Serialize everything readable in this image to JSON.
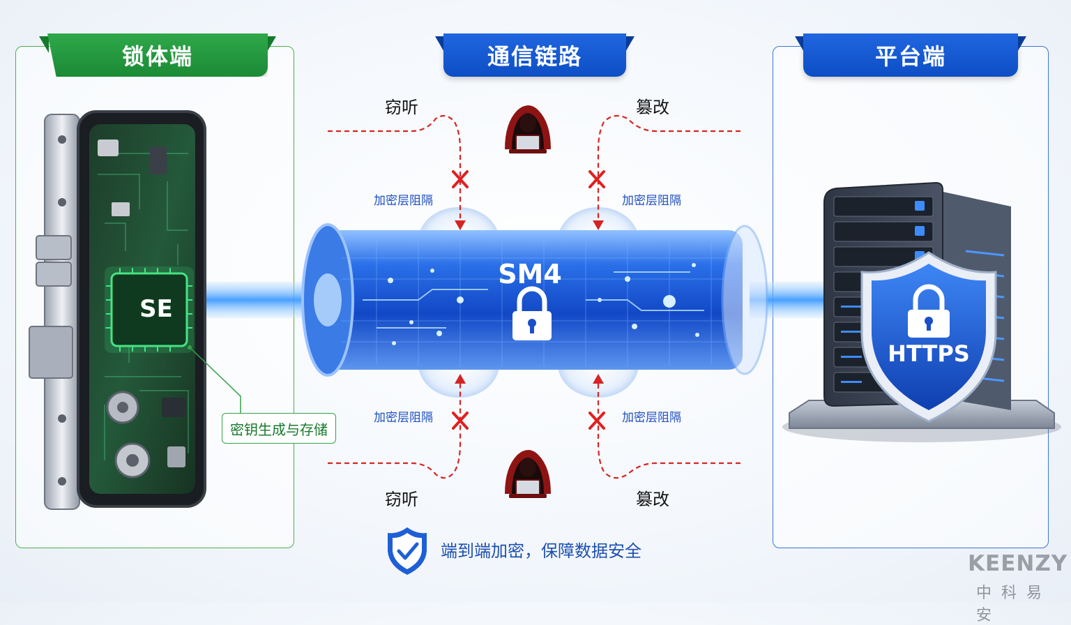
{
  "sections": {
    "lock": "锁体端",
    "channel": "通信链路",
    "platform": "平台端"
  },
  "threats": {
    "eavesdrop_top": "窃听",
    "tamper_top": "篡改",
    "eavesdrop_bottom": "窃听",
    "tamper_bottom": "篡改"
  },
  "barriers": {
    "top_left": "加密层阻隔",
    "top_right": "加密层阻隔",
    "bottom_left": "加密层阻隔",
    "bottom_right": "加密层阻隔"
  },
  "chip_label": "SE",
  "key_callout": "密钥生成与存储",
  "tunnel_label": "SM4",
  "shield_label": "HTTPS",
  "footer": "端到端加密，保障数据安全",
  "brand": {
    "en": "KEENZY",
    "cn": "中科易安"
  },
  "colors": {
    "green": "#1f9a3c",
    "blue": "#0f52c8",
    "threat_red": "#d62424"
  }
}
